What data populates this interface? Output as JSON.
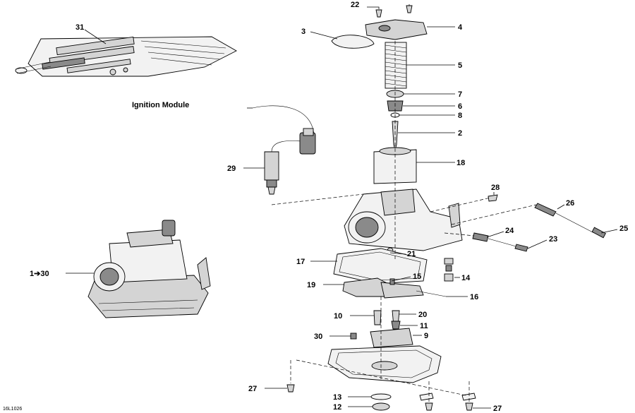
{
  "diagram": {
    "figure_id": "16L1026",
    "ignition_module_label": "Ignition Module",
    "assembly_callout": "1➔30",
    "callouts": {
      "c2": "2",
      "c3": "3",
      "c4": "4",
      "c5": "5",
      "c6": "6",
      "c7": "7",
      "c8": "8",
      "c9": "9",
      "c10": "10",
      "c11": "11",
      "c12": "12",
      "c13": "13",
      "c14": "14",
      "c15": "15",
      "c16": "16",
      "c17": "17",
      "c18": "18",
      "c19": "19",
      "c20": "20",
      "c21": "21",
      "c22": "22",
      "c23": "23",
      "c24": "24",
      "c25": "25",
      "c26": "26",
      "c27a": "27",
      "c27b": "27",
      "c28": "28",
      "c29": "29",
      "c30": "30",
      "c31": "31"
    }
  }
}
